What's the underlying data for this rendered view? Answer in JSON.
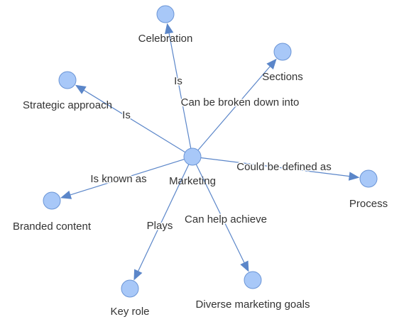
{
  "graph": {
    "nodes": [
      {
        "id": "marketing",
        "label": "Marketing"
      },
      {
        "id": "celebration",
        "label": "Celebration"
      },
      {
        "id": "sections",
        "label": "Sections"
      },
      {
        "id": "strategic",
        "label": "Strategic approach"
      },
      {
        "id": "process",
        "label": "Process"
      },
      {
        "id": "branded",
        "label": "Branded content"
      },
      {
        "id": "keyrole",
        "label": "Key role"
      },
      {
        "id": "diverse",
        "label": "Diverse marketing goals"
      }
    ],
    "edges": [
      {
        "from": "marketing",
        "to": "celebration",
        "label": "Is"
      },
      {
        "from": "marketing",
        "to": "sections",
        "label": "Can be broken down into"
      },
      {
        "from": "marketing",
        "to": "strategic",
        "label": "Is"
      },
      {
        "from": "marketing",
        "to": "process",
        "label": "Could be defined as"
      },
      {
        "from": "marketing",
        "to": "branded",
        "label": "Is known as"
      },
      {
        "from": "marketing",
        "to": "keyrole",
        "label": "Plays"
      },
      {
        "from": "marketing",
        "to": "diverse",
        "label": "Can help achieve"
      }
    ]
  },
  "colors": {
    "node_fill": "#a8c8f8",
    "node_stroke": "#6b95d6",
    "edge": "#5b86c9"
  }
}
